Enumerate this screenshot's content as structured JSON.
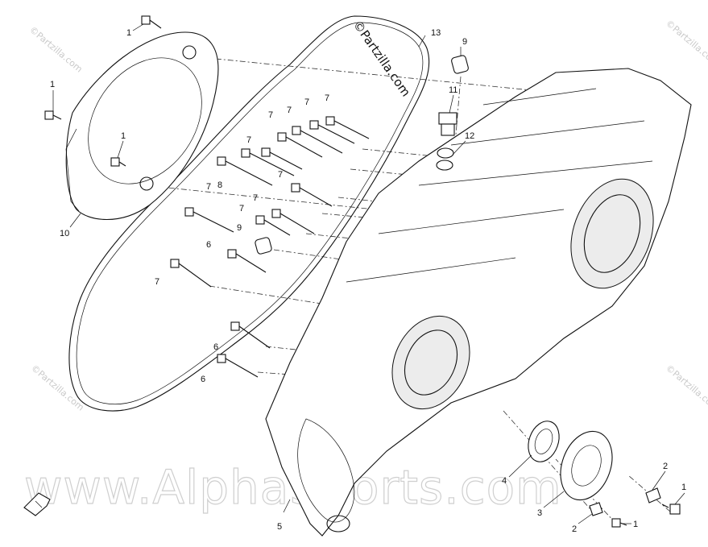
{
  "watermarks": {
    "site": "©Partzilla.com",
    "brand": "www.AlphaSports.com"
  },
  "callouts": {
    "c1a": "1",
    "c1b": "1",
    "c1c": "1",
    "c1d": "1",
    "c1e": "1",
    "c2a": "2",
    "c2b": "2",
    "c3": "3",
    "c4": "4",
    "c5": "5",
    "c6a": "6",
    "c6b": "6",
    "c6c": "6",
    "c7a": "7",
    "c7b": "7",
    "c7c": "7",
    "c7d": "7",
    "c7e": "7",
    "c7f": "7",
    "c7g": "7",
    "c7h": "7",
    "c7i": "7",
    "c7j": "7",
    "c8": "8",
    "c9a": "9",
    "c9b": "9",
    "c10": "10",
    "c11": "11",
    "c12": "12",
    "c13": "13"
  }
}
